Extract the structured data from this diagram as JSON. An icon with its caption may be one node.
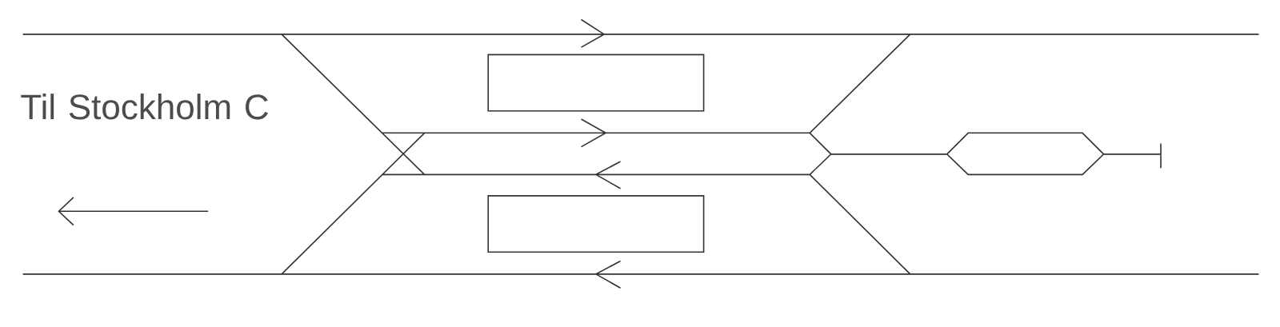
{
  "diagram": {
    "nodes": [
      {
        "text": [],
        "shape": "box"
      },
      {
        "text": [],
        "shape": "box"
      }
    ],
    "labels": [
      "Til Stockholm C"
    ]
  }
}
